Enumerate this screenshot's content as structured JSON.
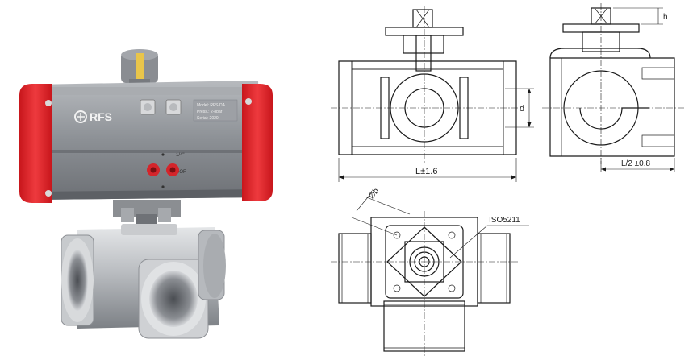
{
  "photo": {
    "brand_logo": "RFS",
    "nameplate_lines": [
      "Model: RFS-DA",
      "Press.: 2-8bar",
      "Serial: 2020"
    ],
    "port_label_upper": "1/4\"",
    "port_label_lower": "DOF",
    "colors": {
      "end_cap": "#e3262b",
      "body": "#8f9398",
      "valve": "#bfc2c6",
      "indicator": "#8a8d92"
    }
  },
  "drawings": {
    "front": {
      "length_label": "L±1.6",
      "diameter_label": "d"
    },
    "side": {
      "half_length_label": "L/2 ±0.8",
      "height_label": "h"
    },
    "top": {
      "flange_label": "ISO5211",
      "diameter_label": "Øb"
    }
  }
}
